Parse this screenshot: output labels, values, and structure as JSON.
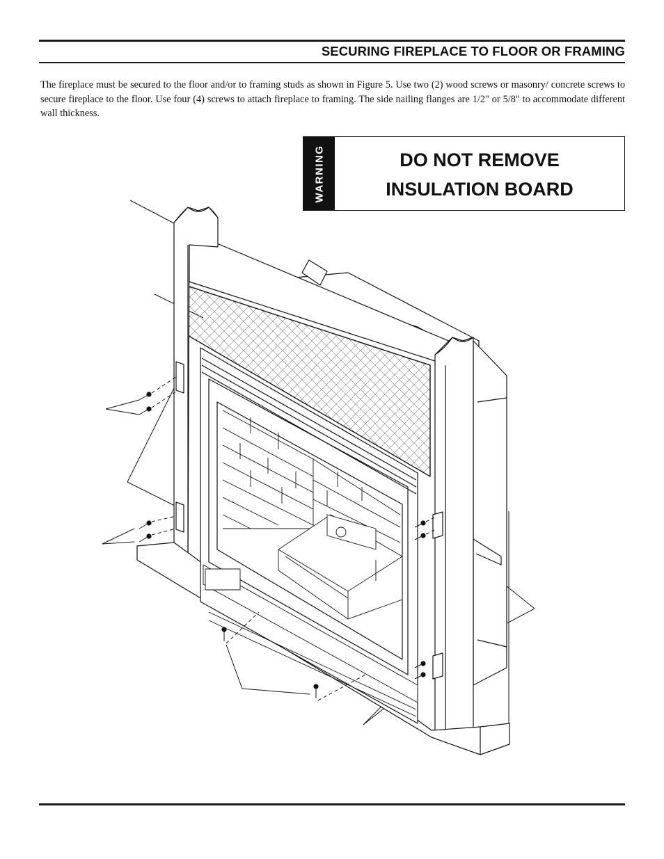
{
  "section": {
    "title": "SECURING FIREPLACE TO FLOOR OR FRAMING",
    "body": "The fireplace must be secured to the floor and/or to framing studs as shown in Figure 5. Use two (2) wood screws or masonry/ concrete screws to secure fireplace to the floor. Use four (4) screws to attach fireplace to framing. The side nailing flanges are 1/2\" or 5/8\" to accommodate different wall thickness."
  },
  "warning": {
    "tab_label": "WARNING",
    "line1": "DO NOT REMOVE",
    "line2": "INSULATION BOARD"
  },
  "figure": {
    "description_icon": "fireplace-installation-diagram"
  }
}
